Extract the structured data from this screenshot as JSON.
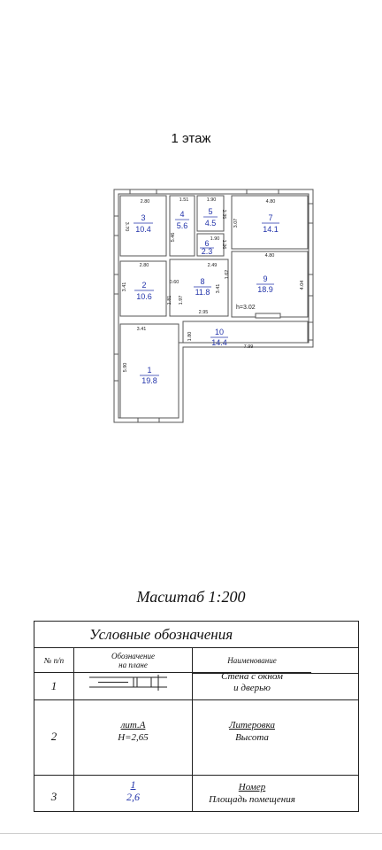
{
  "floor_title": "1 этаж",
  "rooms": [
    {
      "num": "1",
      "area": "19.8"
    },
    {
      "num": "2",
      "area": "10.6"
    },
    {
      "num": "3",
      "area": "10.4"
    },
    {
      "num": "4",
      "area": "5.6"
    },
    {
      "num": "5",
      "area": "4.5"
    },
    {
      "num": "6",
      "area": "2.3"
    },
    {
      "num": "7",
      "area": "14.1"
    },
    {
      "num": "8",
      "area": "11.8"
    },
    {
      "num": "9",
      "area": "18.9"
    },
    {
      "num": "10",
      "area": "14.4"
    }
  ],
  "dimensions": [
    "2.80",
    "3.70",
    "1.51",
    "1.90",
    "2.35",
    "5.46",
    "1.90",
    "1.26",
    "4.80",
    "3.07",
    "2.80",
    "2.49",
    "1.62",
    "4.80",
    "3.41",
    "0.60",
    "1.81",
    "1.97",
    "4.04",
    "3.41",
    "2.95",
    "3.41",
    "1.80",
    "7.99",
    "5.90"
  ],
  "height_note": "h=3.02",
  "scale": "Масштаб 1:200",
  "legend": {
    "title": "Условные обозначения",
    "col_num": "№ п/п",
    "col_symbol_1": "Обозначение",
    "col_symbol_2": "на плане",
    "col_name": "Наименование",
    "rows": [
      {
        "n": "1",
        "name_1": "Стена с окном",
        "name_2": "и дверью"
      },
      {
        "n": "2",
        "sym_1": "лит.А",
        "sym_2": "Н=2,65",
        "name_1": "Литеровка",
        "name_2": "Высота"
      },
      {
        "n": "3",
        "sym_1": "1",
        "sym_2": "2,6",
        "name_1": "Номер",
        "name_2": "Площадь помещения"
      }
    ]
  },
  "colors": {
    "wall": "#555555",
    "room_label": "#2233aa",
    "dim": "#222222"
  }
}
